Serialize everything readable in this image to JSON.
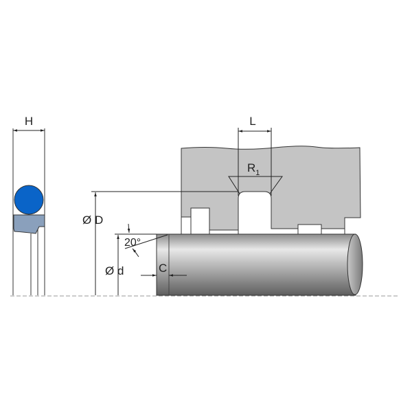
{
  "labels": {
    "height": "H",
    "groove_length": "L",
    "radius": "R",
    "radius_sub": "1",
    "bore_diameter": "Ø D",
    "rod_diameter": "Ø d",
    "chamfer_angle": "20°",
    "chamfer": "C"
  },
  "colors": {
    "oring": "#0a64c8",
    "backup_ring": "#8aa0bc",
    "housing": "#c4c4c4",
    "rod_light": "#e6e6e6",
    "rod_dark": "#6e6e6e"
  }
}
